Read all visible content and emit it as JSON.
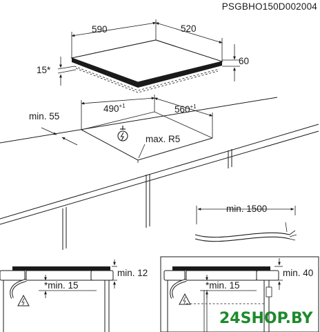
{
  "header": {
    "model_code": "PSGBHO150D002004"
  },
  "hob_dims": {
    "width": "590",
    "depth": "520",
    "height": "60",
    "angle": "15*"
  },
  "cutout": {
    "width_main": "490",
    "width_sup": "+1",
    "depth_main": "560",
    "depth_sup": "+1",
    "radius": "max. R5",
    "min_edge": "min. 55"
  },
  "cable": {
    "min_length": "min. 1500"
  },
  "side_left": {
    "top_gap": "min. 12",
    "bottom_gap": "*min. 15"
  },
  "side_right": {
    "top_gap": "min. 40",
    "bottom_gap": "*min. 15"
  },
  "watermark": {
    "text": "24SHOP.BY"
  }
}
